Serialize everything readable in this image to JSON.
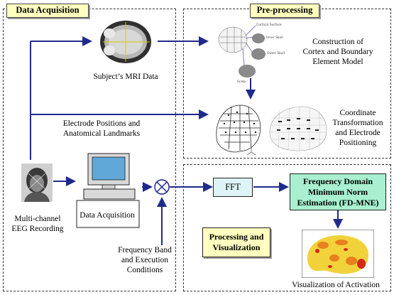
{
  "sections": {
    "acquisition": "Data Acquisition",
    "preprocessing": "Pre-processing"
  },
  "labels": {
    "mri": "Subject’s MRI Data",
    "cortex": [
      "Construction of",
      "Cortex and Boundary",
      "Element Model"
    ],
    "shells": [
      "Cortical Surface",
      "Inner Skull",
      "Outer Skull",
      "Scalp"
    ],
    "electrode_positions": [
      "Electrode Positions and",
      "Anatomical Landmarks"
    ],
    "coord": [
      "Coordinate",
      "Transformation",
      "and Electrode",
      "Positioning"
    ],
    "eeg": [
      "Multi-channel",
      "EEG Recording"
    ],
    "computer": "Data Acquisition",
    "freq_band": [
      "Frequency Band",
      "and Execution",
      "Conditions"
    ],
    "fft": "FFT",
    "fdmne": [
      "Frequency Domain",
      "Minimum Norm",
      "Estimation (FD-MNE)"
    ],
    "processing": [
      "Processing and",
      "Visualization"
    ],
    "activation": "Visualization of Activation"
  },
  "colors": {
    "arrow": "#1f2a8c",
    "title_fill": "#ffffc0",
    "fft_fill": "#ddf3f5",
    "fdmne_fill": "#a8f0cf",
    "computer_screen": "#5fa8d8"
  }
}
